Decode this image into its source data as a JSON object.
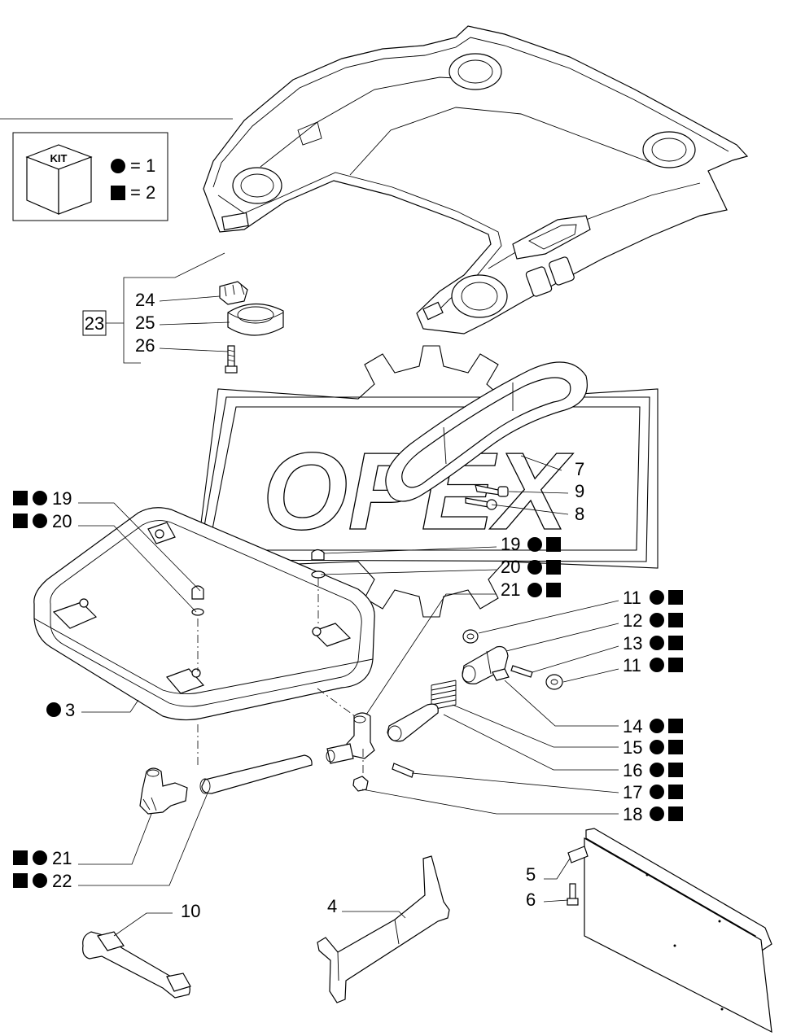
{
  "kit": {
    "box_label": "KIT",
    "legend": [
      {
        "symbol": "circle",
        "text": "= 1"
      },
      {
        "symbol": "square",
        "text": "= 2"
      }
    ]
  },
  "watermark": {
    "text": "OPEX"
  },
  "group_label": "23",
  "callouts": {
    "p24": "24",
    "p25": "25",
    "p26": "26",
    "p7": "7",
    "p9": "9",
    "p8": "8",
    "p19a": "19",
    "p20a": "20",
    "p19b": "19",
    "p20b": "20",
    "p21b": "21",
    "p11a": "11",
    "p12": "12",
    "p13": "13",
    "p11b": "11",
    "p3": "3",
    "p14": "14",
    "p15": "15",
    "p16": "16",
    "p17": "17",
    "p18": "18",
    "p21c": "21",
    "p22": "22",
    "p5": "5",
    "p6": "6",
    "p10": "10",
    "p4": "4"
  }
}
